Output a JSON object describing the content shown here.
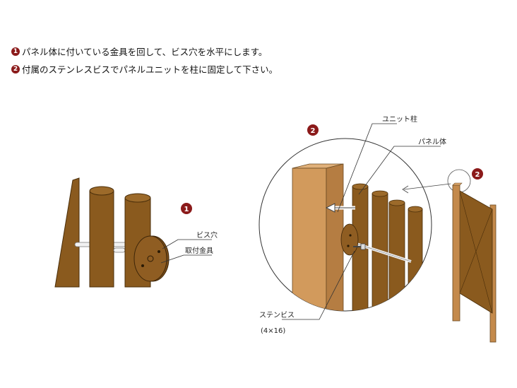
{
  "instructions": [
    {
      "num": "1",
      "text": "パネル体に付いている金具を回して、ビス穴を水平にします。"
    },
    {
      "num": "2",
      "text": "付属のステンレスビスでパネルユニットを柱に固定して下さい。"
    }
  ],
  "step_badges": {
    "step1": "1",
    "step2_circle": "2",
    "step2_frame": "2"
  },
  "labels": {
    "screw_hole": "ビス穴",
    "bracket": "取付金具",
    "unit_post": "ユニット柱",
    "panel_body": "パネル体",
    "stainless_screw": "ステンビス",
    "screw_size": "(4×16)"
  },
  "colors": {
    "wood": "#8a5a1e",
    "wood_dark": "#6b4415",
    "post": "#d29a5c",
    "badge": "#8b1a1a"
  }
}
